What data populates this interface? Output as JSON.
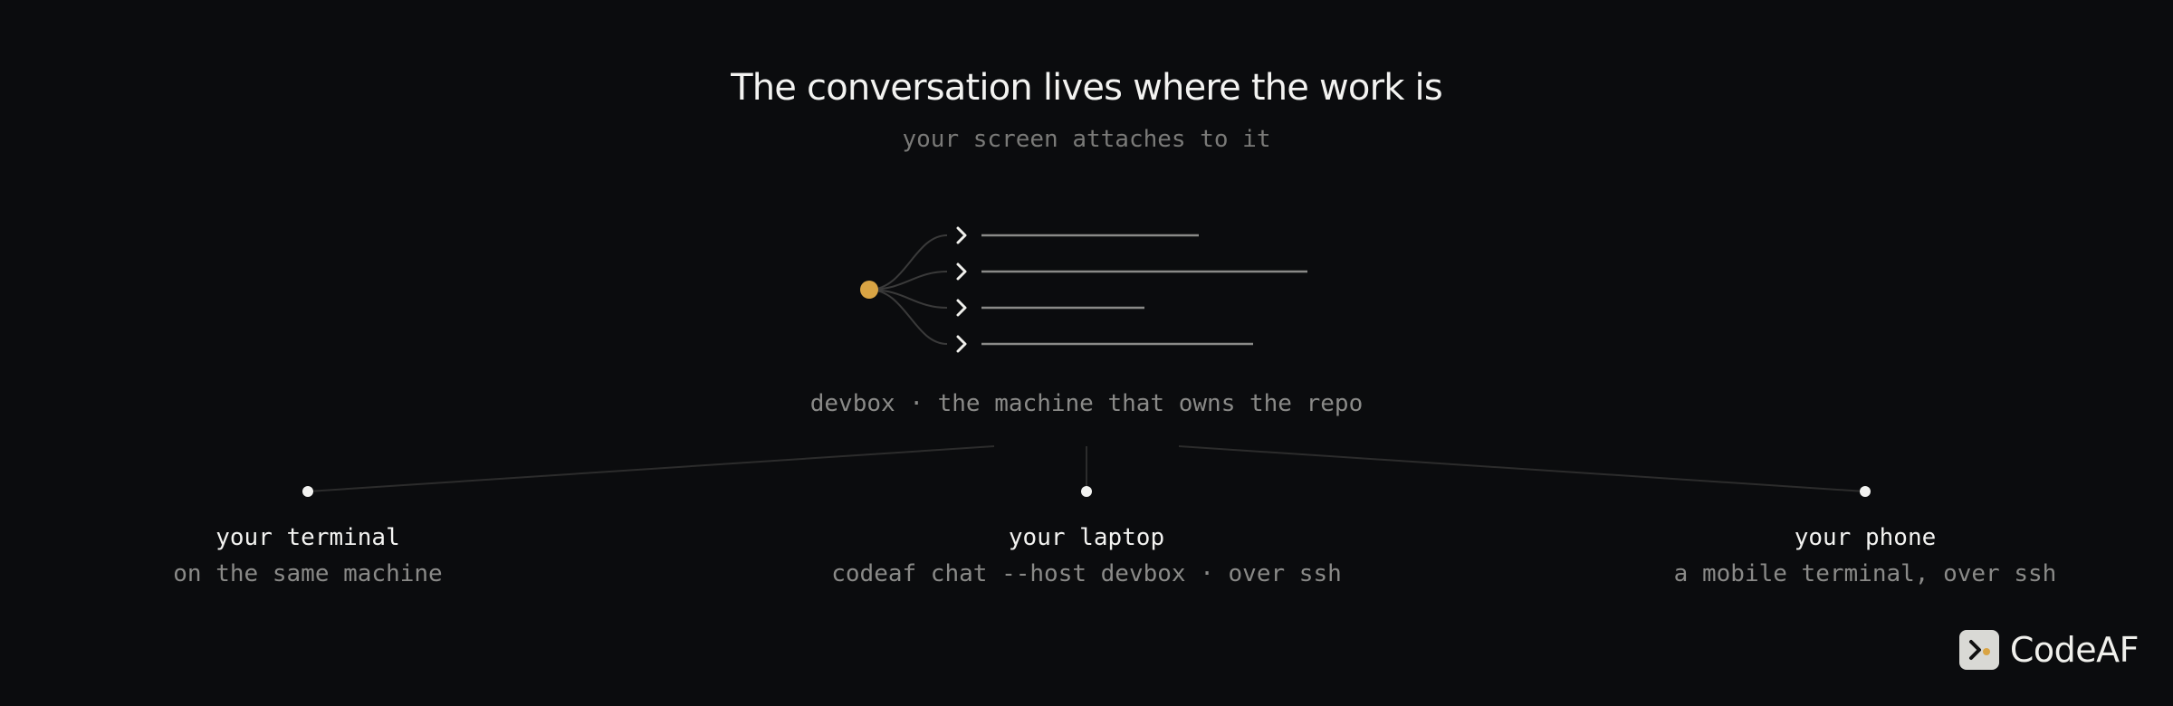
{
  "header": {
    "title": "The conversation lives where the work is",
    "subtitle": "your screen attaches to it"
  },
  "hub": {
    "caption": "devbox · the machine that owns the repo",
    "accent_color": "#d9a444",
    "session_count": 4
  },
  "clients": [
    {
      "name": "your terminal",
      "desc": "on the same machine"
    },
    {
      "name": "your laptop",
      "desc": "codeaf chat --host devbox · over ssh"
    },
    {
      "name": "your phone",
      "desc": "a mobile terminal, over ssh"
    }
  ],
  "brand": {
    "name": "CodeAF",
    "icon": "terminal-prompt-icon"
  }
}
